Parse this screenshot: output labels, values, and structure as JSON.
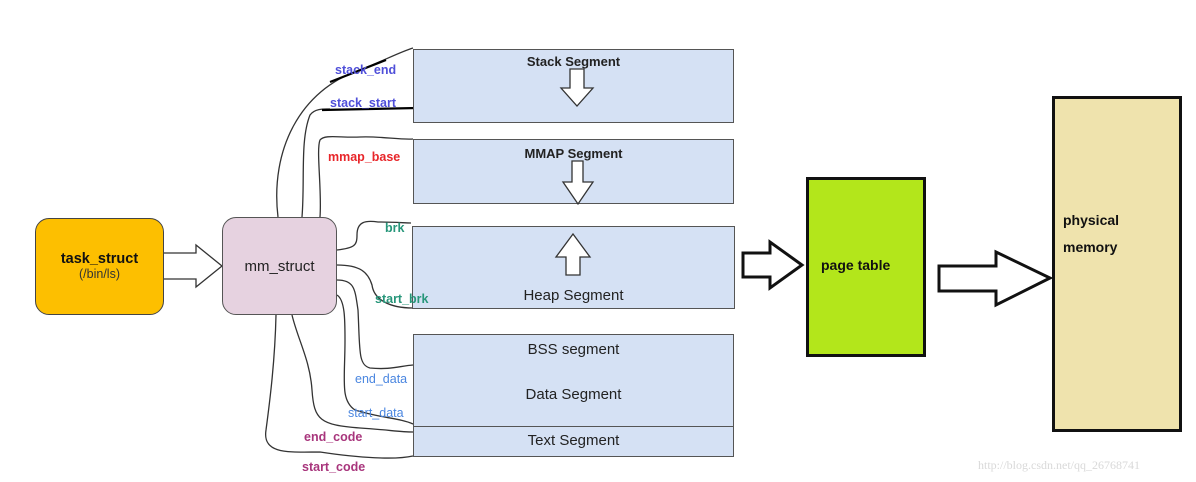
{
  "diagram": {
    "task_struct": {
      "title": "task_struct",
      "subtitle": "(/bin/ls)",
      "color": "#fdbf00"
    },
    "mm_struct": {
      "label": "mm_struct",
      "color": "#e6d2e0"
    },
    "segments": [
      {
        "id": "stack",
        "label": "Stack Segment",
        "arrow": "down"
      },
      {
        "id": "mmap",
        "label": "MMAP Segment",
        "arrow": "down"
      },
      {
        "id": "heap",
        "label": "Heap Segment",
        "arrow": "up"
      },
      {
        "id": "bss",
        "label": "BSS segment"
      },
      {
        "id": "data",
        "label": "Data Segment"
      },
      {
        "id": "text",
        "label": "Text Segment"
      }
    ],
    "segment_color": "#d5e1f4",
    "pointers": {
      "stack_end": {
        "label": "stack_end",
        "color": "#4f4fd9"
      },
      "stack_start": {
        "label": "stack_start",
        "color": "#4f4fd9"
      },
      "mmap_base": {
        "label": "mmap_base",
        "color": "#e8262a"
      },
      "brk": {
        "label": "brk",
        "color": "#27967a"
      },
      "start_brk": {
        "label": "start_brk",
        "color": "#27967a"
      },
      "end_data": {
        "label": "end_data",
        "color": "#4a86e0"
      },
      "start_data": {
        "label": "start_data",
        "color": "#4a86e0"
      },
      "end_code": {
        "label": "end_code",
        "color": "#a8357c"
      },
      "start_code": {
        "label": "start_code",
        "color": "#a8357c"
      }
    },
    "page_table": {
      "label": "page table",
      "color": "#b3e61b"
    },
    "physical_memory": {
      "line1": "physical",
      "line2": "memory",
      "color": "#efe3ad"
    },
    "watermark": "http://blog.csdn.net/qq_26768741"
  }
}
